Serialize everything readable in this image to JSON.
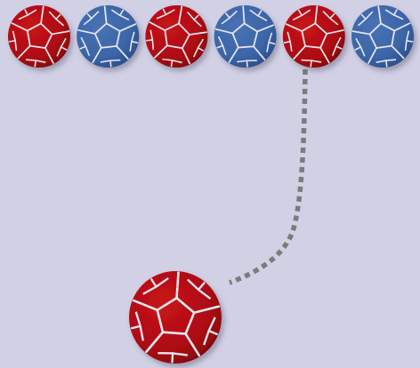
{
  "game": {
    "row_balls": [
      {
        "color": "red",
        "icon": "red-soccer-ball"
      },
      {
        "color": "blue",
        "icon": "blue-soccer-ball"
      },
      {
        "color": "red",
        "icon": "red-soccer-ball"
      },
      {
        "color": "blue",
        "icon": "blue-soccer-ball"
      },
      {
        "color": "red",
        "icon": "red-soccer-ball"
      },
      {
        "color": "blue",
        "icon": "blue-soccer-ball"
      }
    ],
    "shooter_ball": {
      "color": "red",
      "icon": "red-soccer-ball"
    },
    "aim_line": {
      "style": "dotted",
      "color": "#7b7b7d"
    }
  },
  "palette": {
    "background": "#d1d0e5",
    "red": "#b00d13",
    "red_dark": "#7a0009",
    "blue": "#3b66a8",
    "blue_dark": "#244a86",
    "seam": "#e9e6ef"
  }
}
